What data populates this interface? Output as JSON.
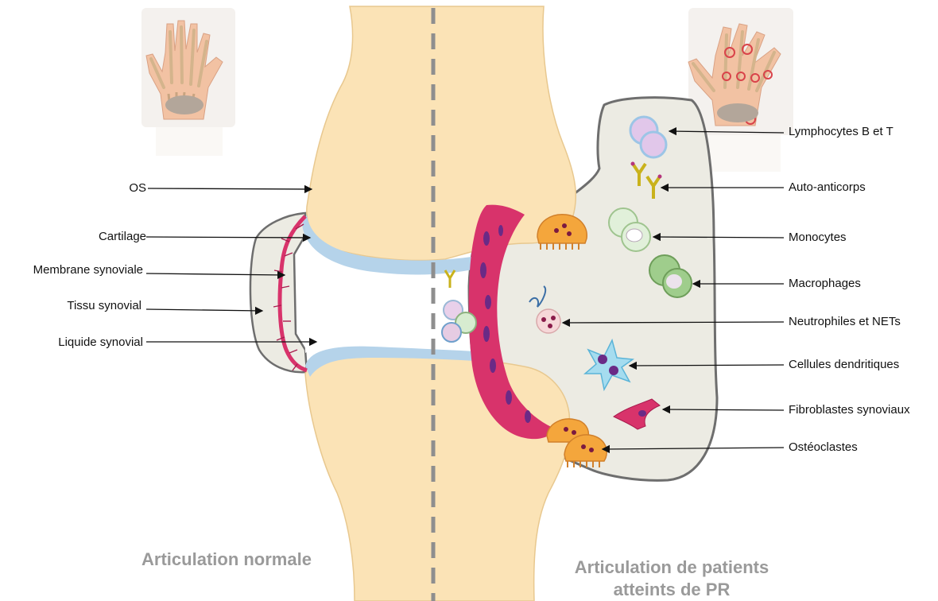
{
  "colors": {
    "bone": "#fbe3b6",
    "bone_outline": "#e8c88f",
    "synovial_tissue": "#ecebe3",
    "tissue_outline": "#6e6e6e",
    "cartilage": "#b5d3ea",
    "membrane": "#d8336b",
    "divider": "#8e8e8e",
    "caption_gray": "#9a9a9a"
  },
  "icons": {
    "hands": "hand-xray-icon",
    "antibody": "y-shaped-antibody-icon",
    "cell": "immune-cell-icon"
  },
  "left_labels": [
    {
      "key": "os",
      "text": "OS"
    },
    {
      "key": "cartilage",
      "text": "Cartilage"
    },
    {
      "key": "membrane",
      "text": "Membrane synoviale"
    },
    {
      "key": "tissu",
      "text": "Tissu synovial"
    },
    {
      "key": "liquide",
      "text": "Liquide synovial"
    }
  ],
  "right_labels": [
    {
      "key": "lymphocytes",
      "text": "Lymphocytes B et T"
    },
    {
      "key": "autoanticorps",
      "text": "Auto-anticorps"
    },
    {
      "key": "monocytes",
      "text": "Monocytes"
    },
    {
      "key": "macrophages",
      "text": "Macrophages"
    },
    {
      "key": "neutrophiles",
      "text": "Neutrophiles et NETs"
    },
    {
      "key": "dendritiques",
      "text": "Cellules dendritiques"
    },
    {
      "key": "fibroblastes",
      "text": "Fibroblastes synoviaux"
    },
    {
      "key": "osteoclastes",
      "text": "Ostéoclastes"
    }
  ],
  "captions": {
    "normal": "Articulation normale",
    "pr_line1": "Articulation de patients",
    "pr_line2": "atteints de PR"
  }
}
